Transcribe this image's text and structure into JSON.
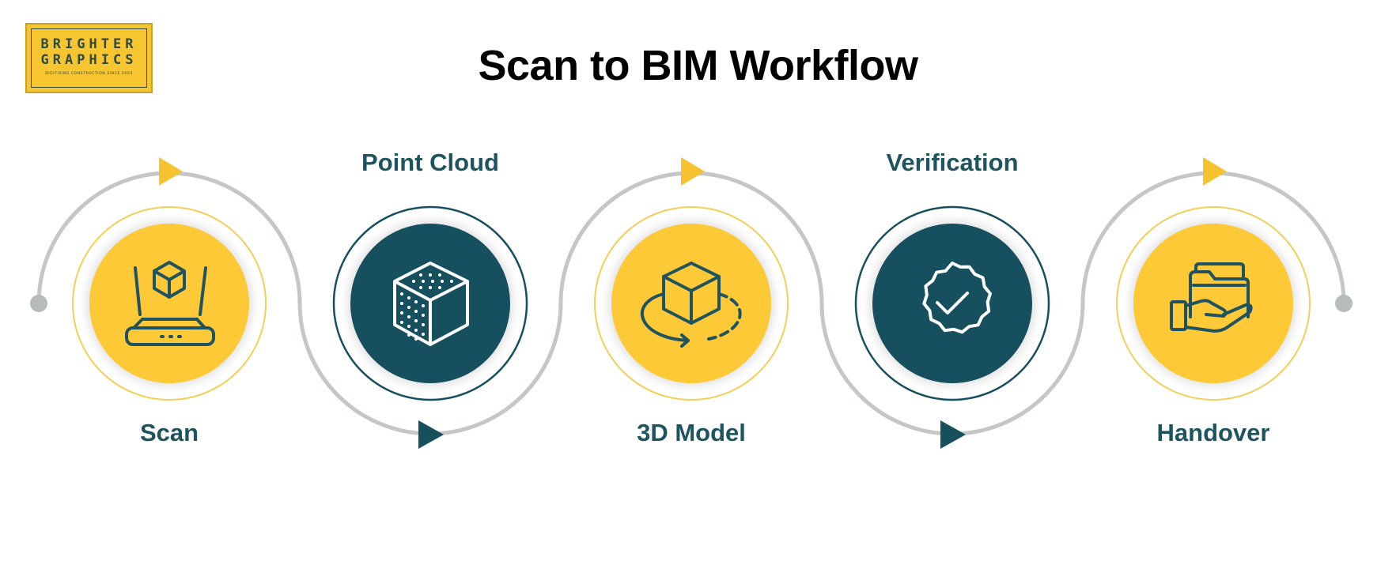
{
  "logo": {
    "line1": "BRIGHTER",
    "line2": "GRAPHICS",
    "tagline": "DIGITISING CONSTRUCTION SINCE 2003"
  },
  "title": "Scan to BIM Workflow",
  "colors": {
    "yellow": "#fdc937",
    "teal": "#164f5e",
    "icon_stroke": "#1f5360",
    "connector": "#c4c7c7",
    "arrow_yellow": "#f7c22f",
    "arrow_teal": "#164f5e"
  },
  "steps": [
    {
      "label": "Scan",
      "icon": "scanner-icon",
      "style": "yellow"
    },
    {
      "label": "Point Cloud",
      "icon": "point-cloud-cube-icon",
      "style": "teal"
    },
    {
      "label": "3D Model",
      "icon": "rotating-cube-icon",
      "style": "yellow"
    },
    {
      "label": "Verification",
      "icon": "verified-badge-icon",
      "style": "teal"
    },
    {
      "label": "Handover",
      "icon": "hand-folder-icon",
      "style": "yellow"
    }
  ]
}
